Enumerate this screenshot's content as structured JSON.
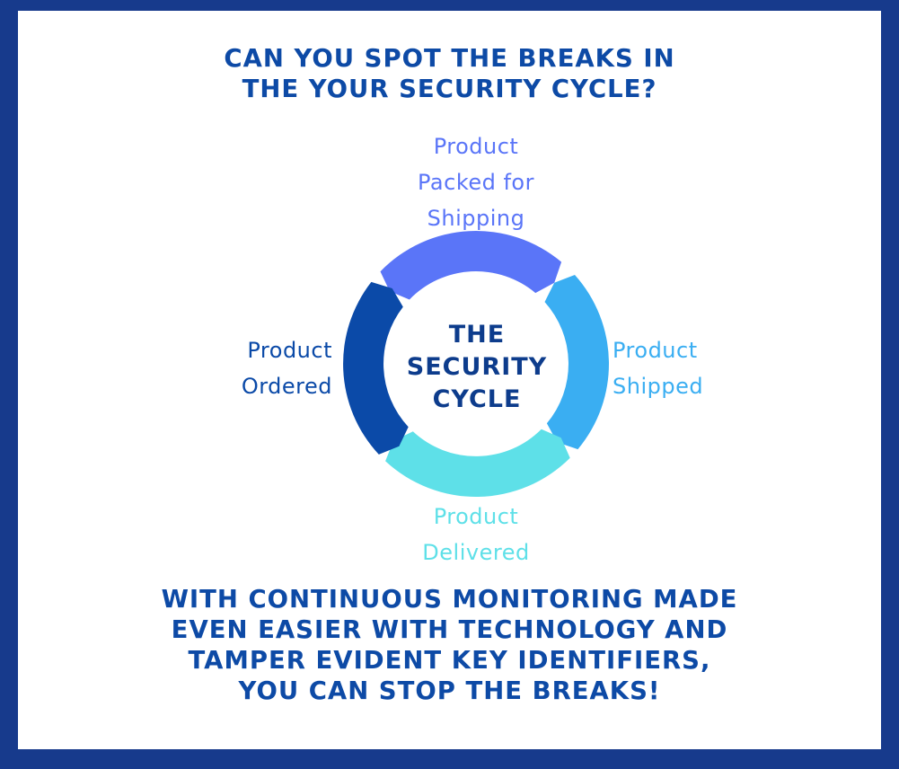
{
  "headline": {
    "line1": "CAN YOU SPOT THE BREAKS IN",
    "line2": "THE YOUR SECURITY CYCLE?"
  },
  "cycle": {
    "center": {
      "line1": "THE",
      "line2": "SECURITY",
      "line3": "CYCLE"
    },
    "stages": {
      "packed": {
        "line1": "Product",
        "line2": "Packed for",
        "line3": "Shipping",
        "color": "#5a75f8"
      },
      "shipped": {
        "line1": "Product",
        "line2": "Shipped",
        "color": "#3aaef2"
      },
      "delivered": {
        "line1": "Product",
        "line2": "Delivered",
        "color": "#5ee0e8"
      },
      "ordered": {
        "line1": "Product",
        "line2": "Ordered",
        "color": "#0b4aa8"
      }
    }
  },
  "footer": {
    "line1": "WITH CONTINUOUS MONITORING MADE",
    "line2": "EVEN EASIER WITH TECHNOLOGY AND",
    "line3": "TAMPER EVIDENT KEY IDENTIFIERS,",
    "line4": "YOU CAN STOP THE BREAKS!"
  },
  "colors": {
    "border": "#173a8c",
    "heading_text": "#0d4aa6",
    "center_text": "#0d3c8c"
  }
}
